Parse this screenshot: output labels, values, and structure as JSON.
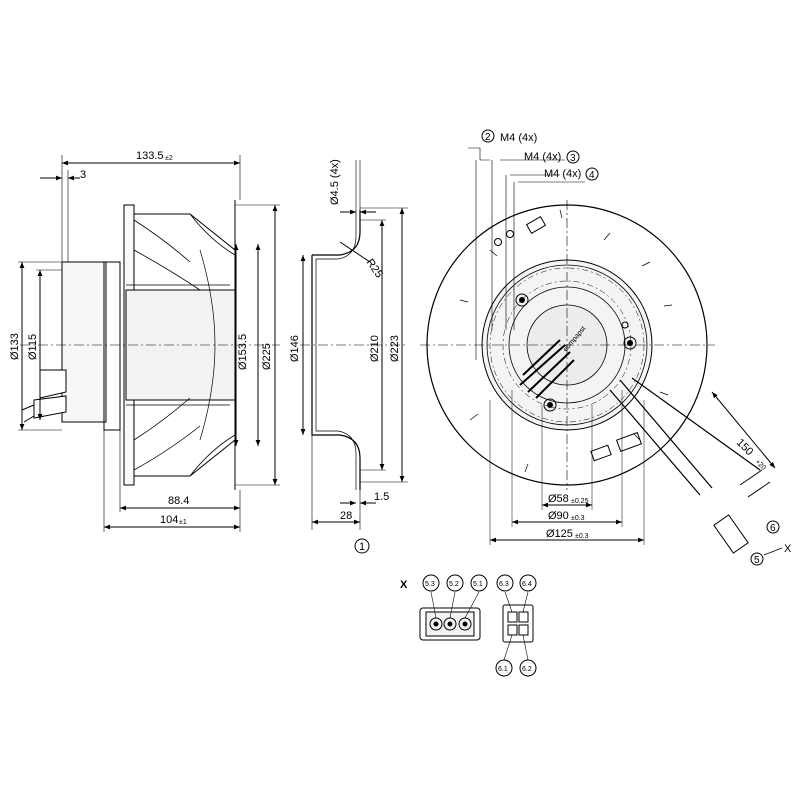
{
  "side_view": {
    "width_overall": "133.5",
    "width_overall_tol": "±2",
    "offset_3": "3",
    "dia_133": "Ø133",
    "dia_115": "Ø115",
    "dia_153_5": "Ø153.5",
    "dia_225": "Ø225",
    "depth_88_4": "88.4",
    "depth_104": "104",
    "depth_104_tol": "±1"
  },
  "section_view": {
    "hole": "Ø4.5 (4x)",
    "radius": "R25",
    "dia_146": "Ø146",
    "dia_210": "Ø210",
    "dia_223": "Ø223",
    "thickness": "1.5",
    "depth": "28",
    "callout_1": "1"
  },
  "front_view": {
    "thread_2": "M4 (4x)",
    "thread_3": "M4 (4x)",
    "thread_4": "M4 (4x)",
    "callout_2": "2",
    "callout_3": "3",
    "callout_4": "4",
    "callout_5": "5",
    "callout_6": "6",
    "cable_length": "150",
    "cable_length_tol": "+20",
    "dia_58": "Ø58",
    "dia_58_tol": "±0.25",
    "dia_90": "Ø90",
    "dia_90_tol": "±0.3",
    "dia_125": "Ø125",
    "dia_125_tol": "±0.3",
    "brand": "ebmpapst",
    "view_x": "X"
  },
  "connector_detail": {
    "title": "X",
    "pins_top": [
      "5.3",
      "5.2",
      "5.1",
      "6.3",
      "6.4"
    ],
    "pins_bottom": [
      "6.1",
      "6.2"
    ]
  }
}
